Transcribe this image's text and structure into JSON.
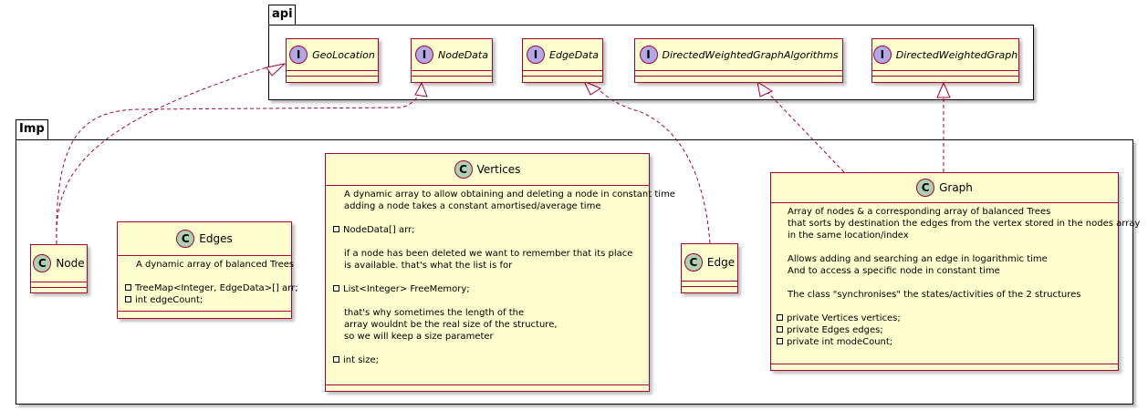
{
  "packages": {
    "api": {
      "label": "api"
    },
    "imp": {
      "label": "Imp"
    }
  },
  "interfaces": [
    {
      "id": "geolocation",
      "stereotype": "I",
      "name": "GeoLocation"
    },
    {
      "id": "nodedata",
      "stereotype": "I",
      "name": "NodeData"
    },
    {
      "id": "edgedata",
      "stereotype": "I",
      "name": "EdgeData"
    },
    {
      "id": "algorithms",
      "stereotype": "I",
      "name": "DirectedWeightedGraphAlgorithms"
    },
    {
      "id": "graph-iface",
      "stereotype": "I",
      "name": "DirectedWeightedGraph"
    }
  ],
  "classes": {
    "node": {
      "stereotype": "C",
      "name": "Node"
    },
    "edge": {
      "stereotype": "C",
      "name": "Edge"
    },
    "edges": {
      "stereotype": "C",
      "name": "Edges",
      "lines": [
        {
          "text": "A dynamic array of balanced Trees",
          "bullet": false
        },
        {
          "text": "",
          "bullet": false
        },
        {
          "text": "TreeMap<Integer, EdgeData>[] arr;",
          "bullet": true
        },
        {
          "text": "int edgeCount;",
          "bullet": true
        }
      ]
    },
    "vertices": {
      "stereotype": "C",
      "name": "Vertices",
      "lines": [
        {
          "text": "A dynamic array to allow obtaining and deleting a node in constant time",
          "bullet": false
        },
        {
          "text": "adding a node takes a constant amortised/average time",
          "bullet": false
        },
        {
          "text": "",
          "bullet": false
        },
        {
          "text": "NodeData[] arr;",
          "bullet": true
        },
        {
          "text": "",
          "bullet": false
        },
        {
          "text": "if a node has been deleted we want to remember that its place",
          "bullet": false
        },
        {
          "text": "is available. that's what the list is for",
          "bullet": false
        },
        {
          "text": "",
          "bullet": false
        },
        {
          "text": "List<Integer> FreeMemory;",
          "bullet": true
        },
        {
          "text": "",
          "bullet": false
        },
        {
          "text": "that's why sometimes the length of the",
          "bullet": false
        },
        {
          "text": "array wouldnt be the real size of the structure,",
          "bullet": false
        },
        {
          "text": "so we will keep a size parameter",
          "bullet": false
        },
        {
          "text": "",
          "bullet": false
        },
        {
          "text": "int size;",
          "bullet": true
        }
      ]
    },
    "graph": {
      "stereotype": "C",
      "name": "Graph",
      "lines": [
        {
          "text": "Array of nodes & a corresponding array of balanced Trees",
          "bullet": false
        },
        {
          "text": "that sorts by destination the edges from the vertex stored in the nodes array",
          "bullet": false
        },
        {
          "text": "in the same location/index",
          "bullet": false
        },
        {
          "text": "",
          "bullet": false
        },
        {
          "text": "Allows adding and searching an edge in logarithmic time",
          "bullet": false
        },
        {
          "text": "And to access a specific node in constant time",
          "bullet": false
        },
        {
          "text": "",
          "bullet": false
        },
        {
          "text": "The class \"synchronises\" the states/activities of the 2 structures",
          "bullet": false
        },
        {
          "text": "",
          "bullet": false
        },
        {
          "text": "private Vertices vertices;",
          "bullet": true
        },
        {
          "text": "private Edges edges;",
          "bullet": true
        },
        {
          "text": "private int modeCount;",
          "bullet": true
        }
      ]
    }
  },
  "colors": {
    "class_fill": "#FEFECE",
    "border": "#A80036",
    "interface_badge": "#B4A7E5",
    "class_badge": "#ADD1B2"
  }
}
